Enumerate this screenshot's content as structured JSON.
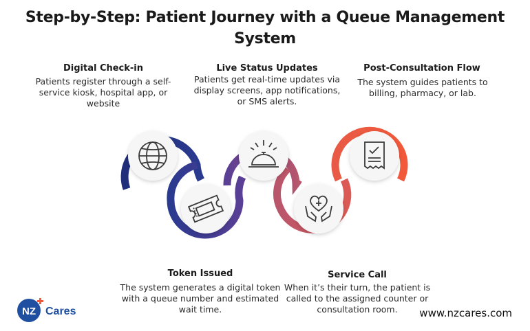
{
  "title": "Step-by-Step: Patient Journey with a Queue Management System",
  "steps": [
    {
      "title": "Digital Check-in",
      "description": "Patients register through a self-service kiosk, hospital app, or website",
      "icon": "globe-icon"
    },
    {
      "title": "Token Issued",
      "description": "The system generates a digital token with a queue number and estimated wait time.",
      "icon": "ticket-icon"
    },
    {
      "title": "Live Status Updates",
      "description": "Patients get real-time updates via display screens, app notifications, or SMS alerts.",
      "icon": "service-bell-icon"
    },
    {
      "title": "Service Call",
      "description": "When it’s their turn, the patient is called to the assigned counter or consultation room.",
      "icon": "heart-care-hands-icon"
    },
    {
      "title": "Post-Consultation Flow",
      "description": "The system guides patients to billing, pharmacy, or lab.",
      "icon": "receipt-icon"
    }
  ],
  "colors": {
    "navy": "#1f2d7a",
    "purple": "#6a3f97",
    "rose": "#c85a64",
    "orange": "#ef5a3c",
    "icon_stroke": "#3a3a3a",
    "circle_fill": "#f4f4f4"
  },
  "brand": {
    "logo_text": "NZ",
    "logo_name": "Cares",
    "website": "www.nzcares.com"
  }
}
